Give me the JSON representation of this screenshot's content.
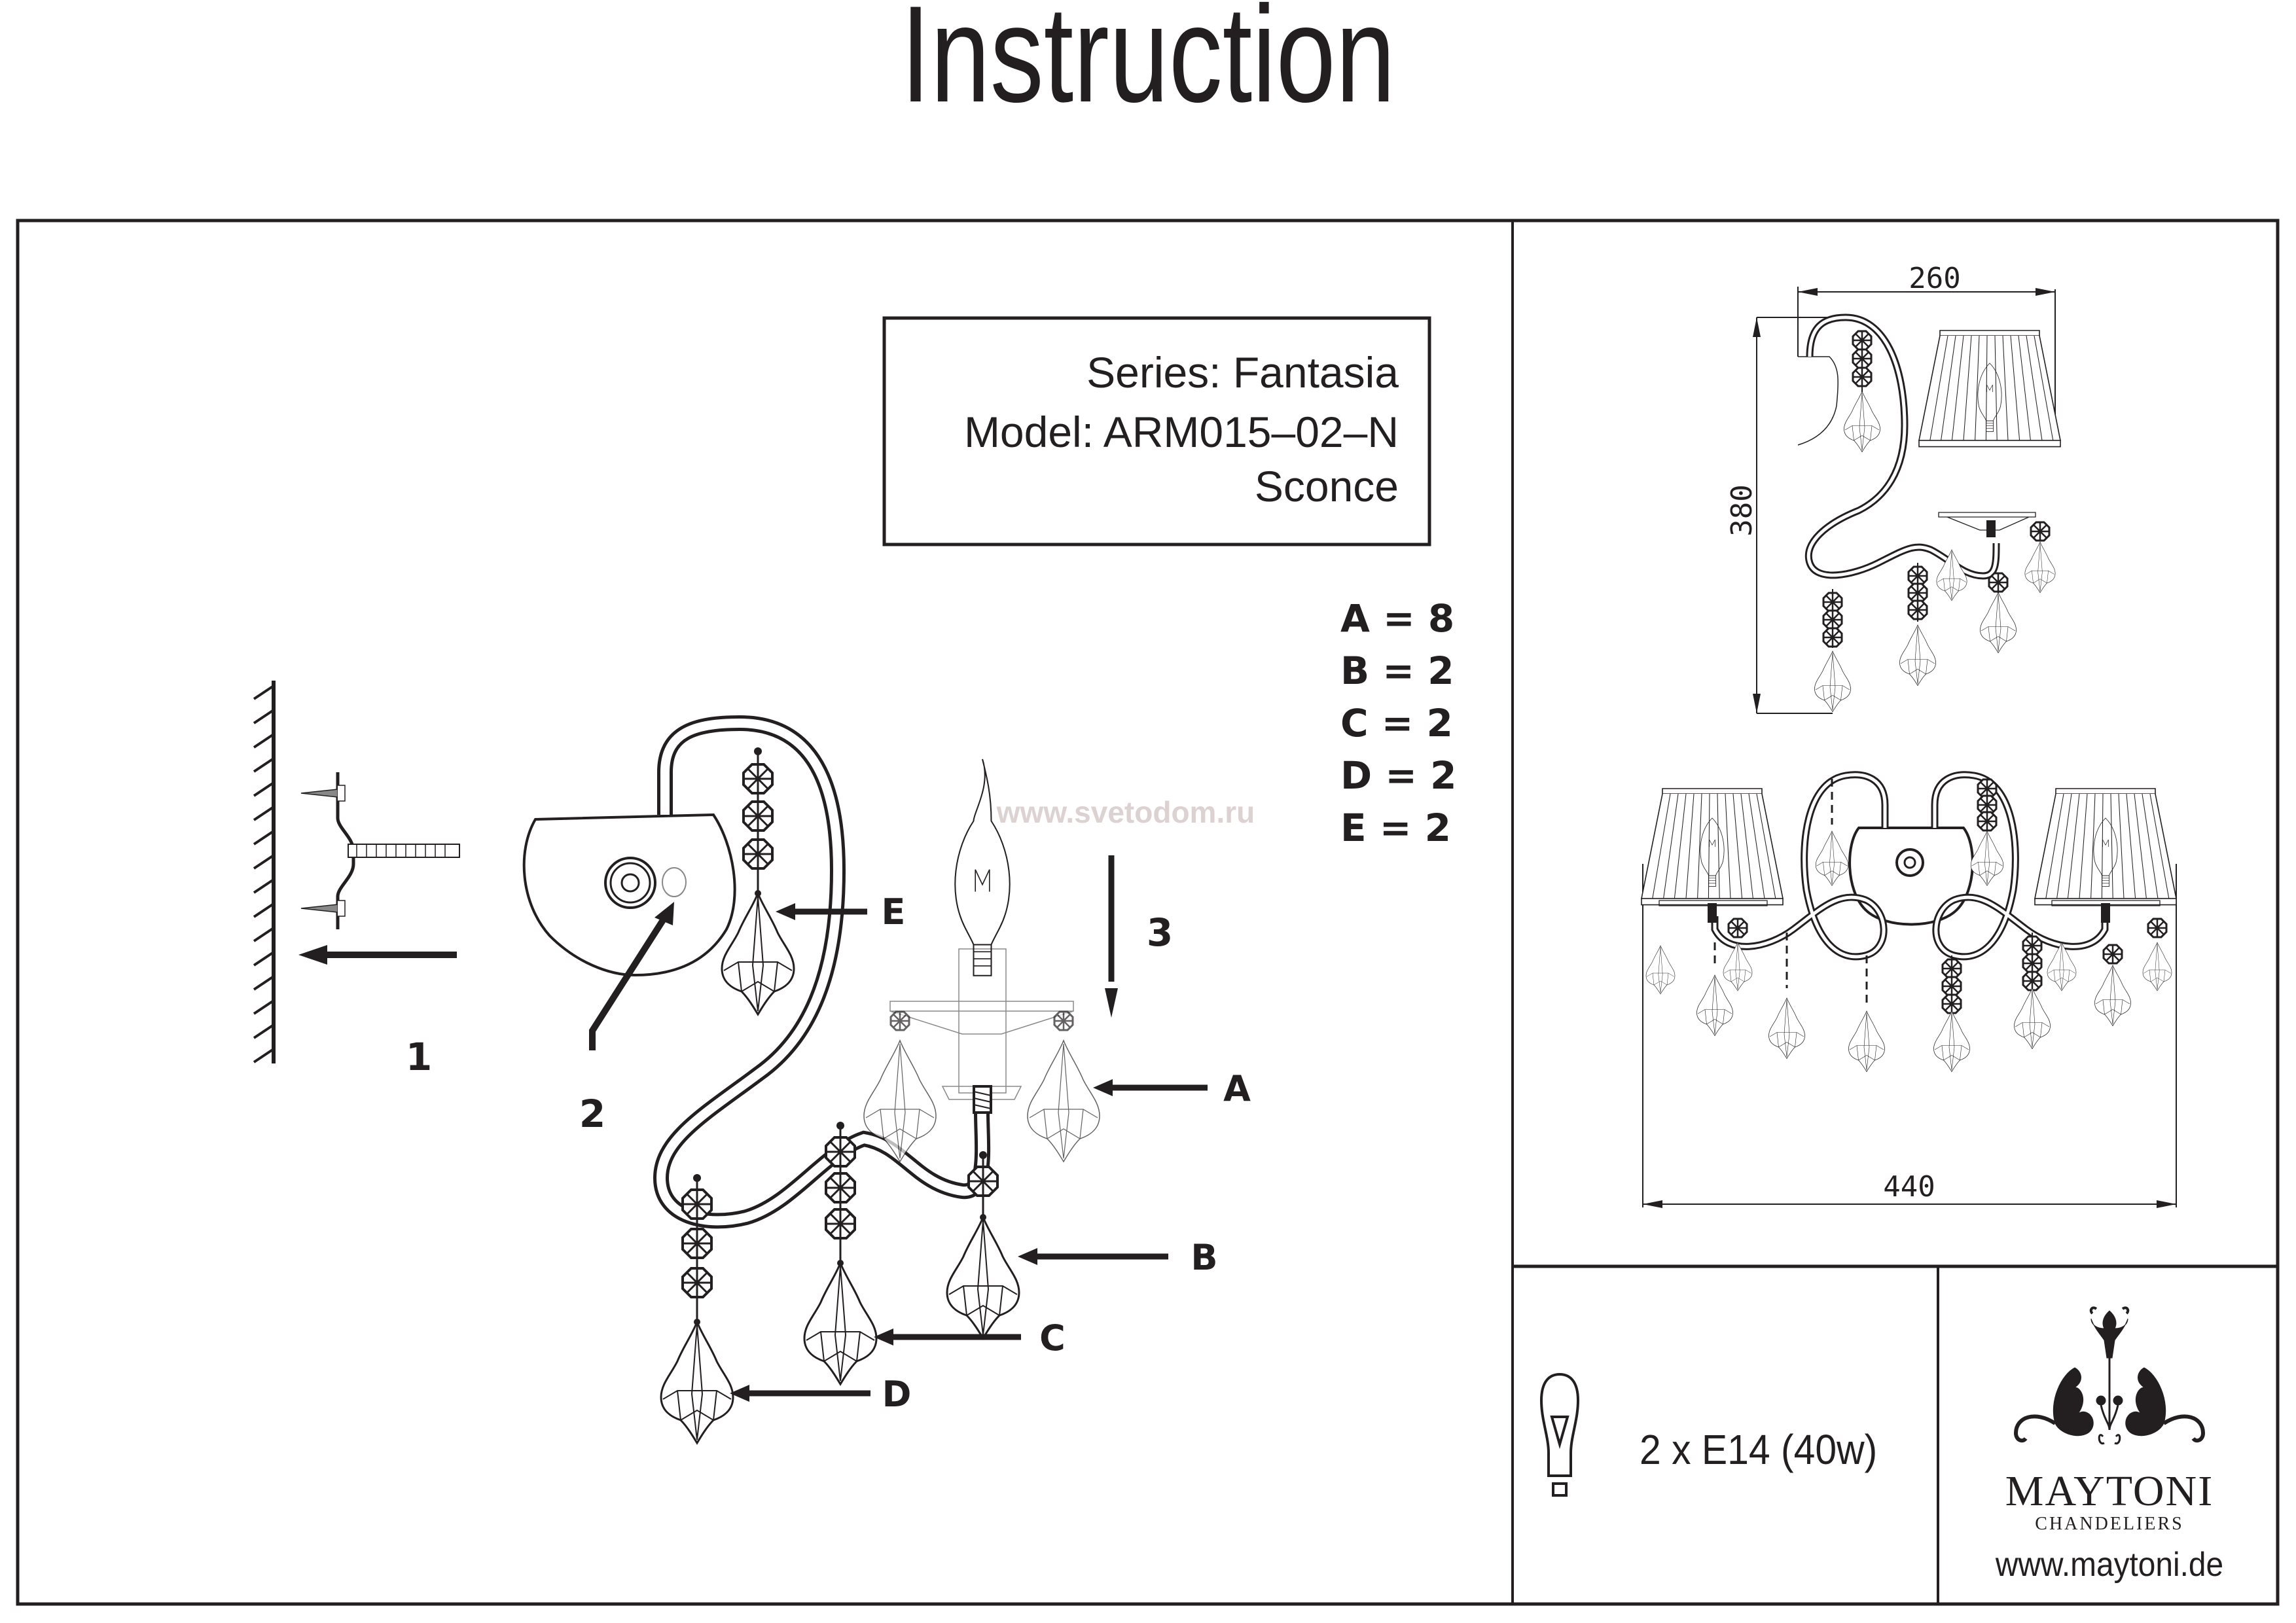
{
  "title": "Instruction",
  "spec": {
    "series": "Series: Fantasia",
    "model": "Model: ARM015–02–N",
    "type": "Sconce"
  },
  "parts_list": [
    {
      "label": "A = 8"
    },
    {
      "label": "B = 2"
    },
    {
      "label": "C = 2"
    },
    {
      "label": "D = 2"
    },
    {
      "label": "E = 2"
    }
  ],
  "callouts": {
    "A": "A",
    "B": "B",
    "C": "C",
    "D": "D",
    "E": "E"
  },
  "steps": {
    "step1": "1",
    "step2": "2",
    "step3": "3"
  },
  "watermark": "www.svetodom.ru",
  "dimensions": {
    "width_side": "260",
    "height_side": "380",
    "width_front": "440"
  },
  "bulb": {
    "icon": "bulb-icon",
    "spec": "2 x E14 (40w)"
  },
  "brand": {
    "icon": "chandelier-ornament-logo",
    "name": "MAYTONI",
    "tagline": "CHANDELIERS",
    "website": "www.maytoni.de"
  },
  "colors": {
    "ink": "#231f20",
    "watermark": "#ddd2d2",
    "paper": "#ffffff"
  }
}
